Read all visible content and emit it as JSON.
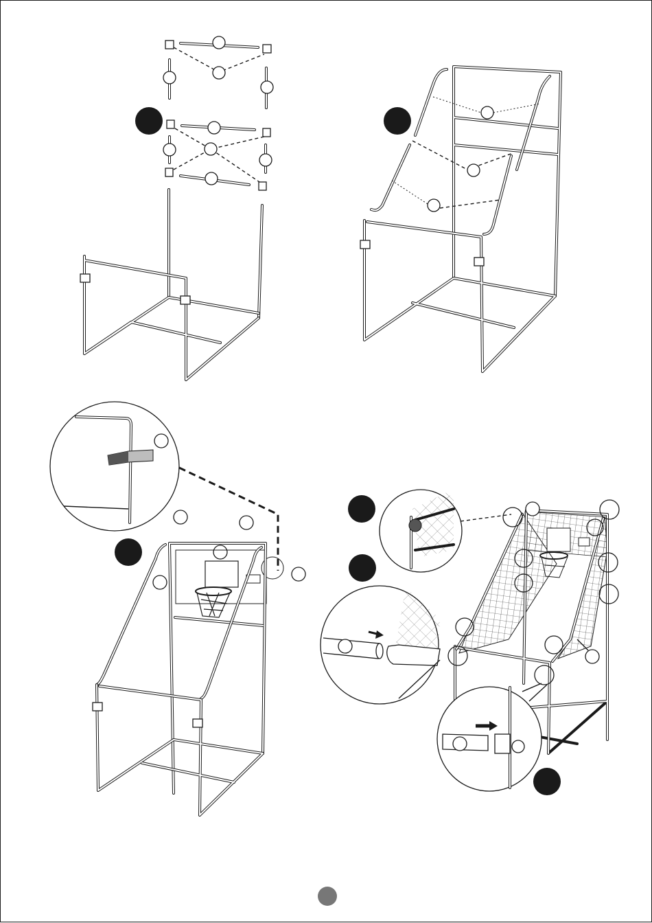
{
  "document": {
    "type": "assembly-instructions",
    "steps": [
      {
        "panel": "top-left"
      },
      {
        "panel": "top-right"
      },
      {
        "panel": "bottom-left"
      },
      {
        "panel": "bottom-right-upper"
      },
      {
        "panel": "bottom-right-middle"
      },
      {
        "panel": "bottom-right-lower"
      }
    ],
    "colors": {
      "ink": "#1a1a1a",
      "step_marker": "#1a1a1a",
      "page_marker": "#777777"
    },
    "icons": [
      "arrow-right-icon",
      "magnifier-detail-icon"
    ]
  }
}
